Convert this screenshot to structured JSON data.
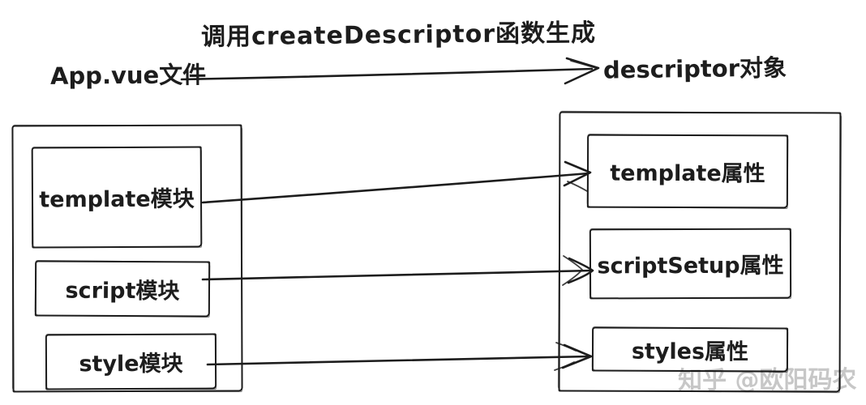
{
  "diagram": {
    "title": "调用createDescriptor函数生成",
    "source_label": "App.vue文件",
    "target_label": "descriptor对象",
    "left_box": {
      "items": [
        {
          "label": "template模块"
        },
        {
          "label": "script模块"
        },
        {
          "label": "style模块"
        }
      ]
    },
    "right_box": {
      "items": [
        {
          "label": "template属性"
        },
        {
          "label": "scriptSetup属性"
        },
        {
          "label": "styles属性"
        }
      ]
    },
    "arrows": [
      {
        "from": "App.vue文件",
        "to": "descriptor对象"
      },
      {
        "from": "template模块",
        "to": "template属性"
      },
      {
        "from": "script模块",
        "to": "scriptSetup属性"
      },
      {
        "from": "style模块",
        "to": "styles属性"
      }
    ],
    "watermark": "知乎 @欧阳码农",
    "colors": {
      "ink": "#1d1d1d",
      "background": "#ffffff",
      "watermark": "#c7c7c7"
    }
  }
}
